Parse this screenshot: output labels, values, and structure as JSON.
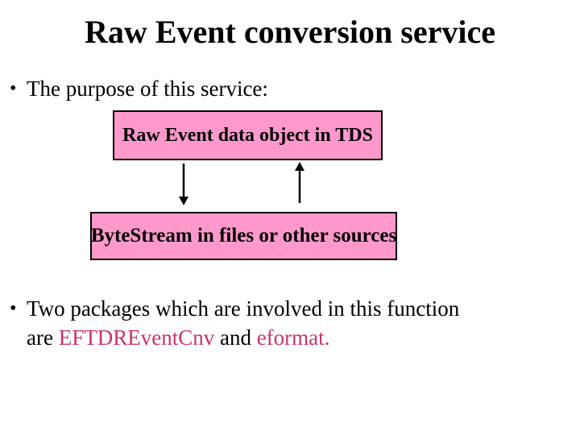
{
  "slide": {
    "title": "Raw Event conversion service",
    "bullet_char": "•",
    "bullet1": "The purpose of this service:",
    "diagram": {
      "box_top": "Raw Event data object in TDS",
      "box_bottom": "ByteStream in files or other sources",
      "arrows": [
        {
          "name": "arrow-down",
          "direction": "down",
          "from": "box_top",
          "to": "box_bottom"
        },
        {
          "name": "arrow-up",
          "direction": "up",
          "from": "box_bottom",
          "to": "box_top"
        }
      ]
    },
    "bullet2": {
      "line1": "Two packages which are involved in this function",
      "line2": [
        {
          "text": "are ",
          "highlight": false
        },
        {
          "text": "EFTDREventCnv",
          "highlight": true
        },
        {
          "text": " and ",
          "highlight": false
        },
        {
          "text": "eformat.",
          "highlight": true
        }
      ]
    },
    "colors": {
      "background": "#ffffff",
      "text": "#000000",
      "highlight_text": "#cc3366",
      "box_fill": "#ff99cc",
      "box_border": "#000000",
      "arrow": "#000000"
    }
  }
}
